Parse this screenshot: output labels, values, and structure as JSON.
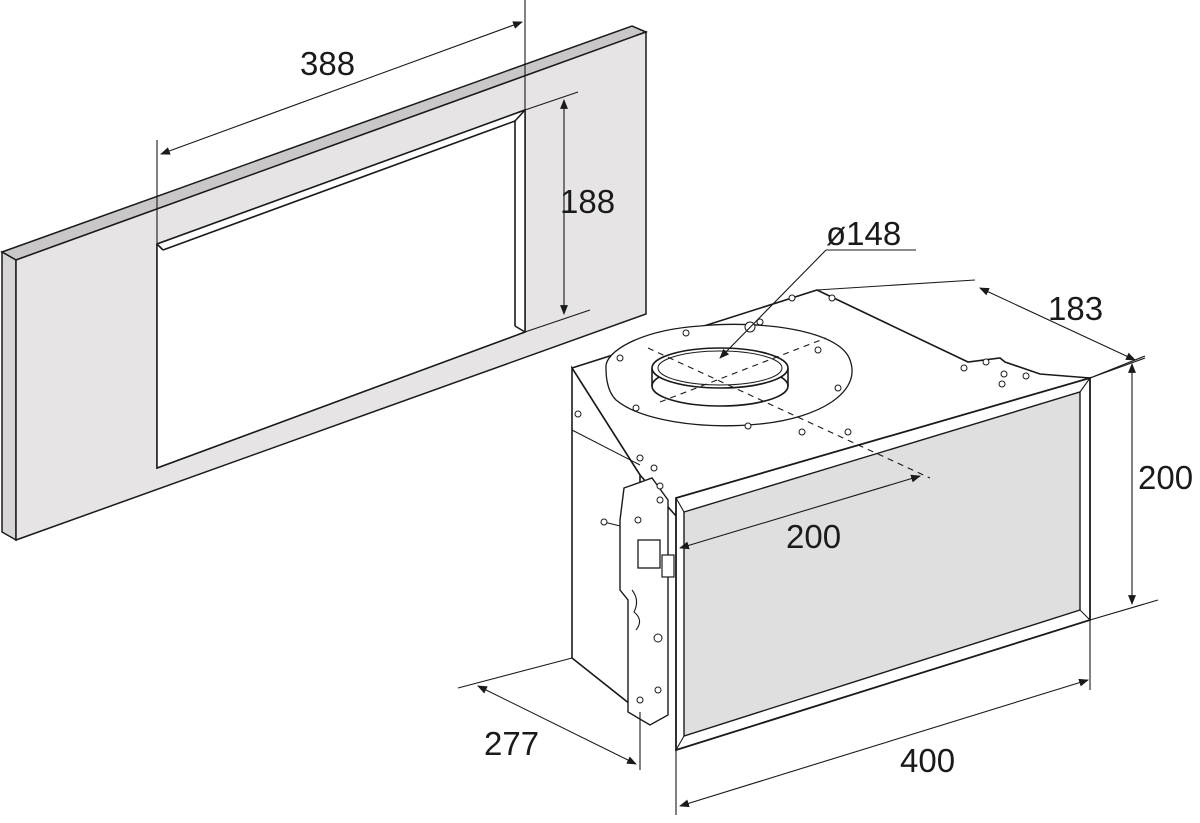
{
  "dimensions": {
    "panel_cutout_width": "388",
    "panel_cutout_height": "188",
    "duct_diameter": "ø148",
    "top_depth": "183",
    "front_height": "200",
    "duct_offset": "200",
    "side_depth": "277",
    "front_width": "400"
  },
  "colors": {
    "line": "#1a1a1a",
    "panel_face": "#e6e4e4",
    "panel_edge": "#c9c7c7",
    "front_glass": "#e0dfdf"
  }
}
